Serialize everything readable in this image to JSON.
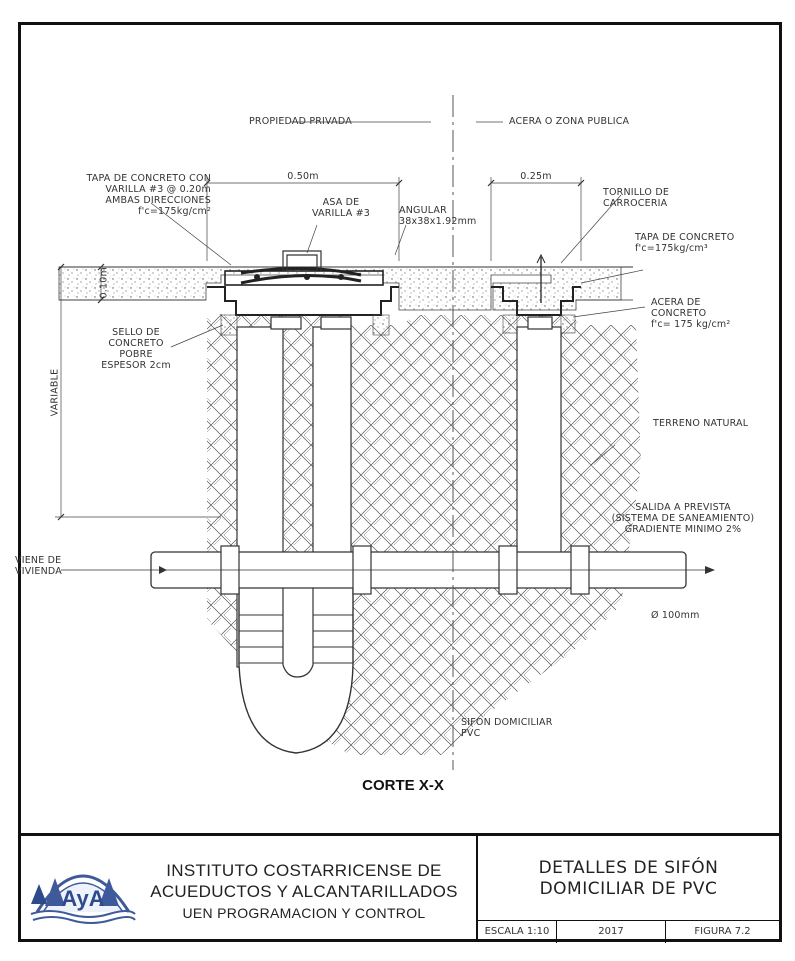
{
  "labels": {
    "propiedad": "PROPIEDAD PRIVADA",
    "acera_publica": "ACERA O ZONA PUBLICA",
    "tapa_concreto_con": [
      "TAPA DE CONCRETO CON",
      "VARILLA #3 @ 0.20m",
      "AMBAS DIRECCIONES",
      "f'c=175kg/cm²"
    ],
    "dim_050": "0.50m",
    "dim_025": "0.25m",
    "asa": [
      "ASA DE",
      "VARILLA #3"
    ],
    "angular": [
      "ANGULAR",
      "38x38x1.92mm"
    ],
    "tornillo": [
      "TORNILLO DE",
      "CARROCERIA"
    ],
    "tapa_concreto": [
      "TAPA DE CONCRETO",
      "f'c=175kg/cm³"
    ],
    "dim_010": "0.10m",
    "sello": [
      "SELLO DE",
      "CONCRETO",
      "POBRE",
      "ESPESOR 2cm"
    ],
    "acera_concreto": [
      "ACERA DE",
      "CONCRETO",
      "f'c= 175 kg/cm²"
    ],
    "variable": "VARIABLE",
    "terreno": "TERRENO NATURAL",
    "salida": [
      "SALIDA A PREVISTA",
      "(SISTEMA DE SANEAMIENTO)",
      "GRADIENTE MINIMO 2%"
    ],
    "viene": [
      "VIENE DE",
      "VIVIENDA"
    ],
    "diametro": "Ø 100mm",
    "sifon": [
      "SIFON DOMICILIAR",
      "PVC"
    ]
  },
  "caption": "CORTE X-X",
  "title_block": {
    "institution_line1": "INSTITUTO COSTARRICENSE DE",
    "institution_line2": "ACUEDUCTOS Y ALCANTARILLADOS",
    "department": "UEN PROGRAMACION Y CONTROL",
    "logo_text": "AyA",
    "title_line1": "DETALLES DE SIFÓN",
    "title_line2": "DOMICILIAR DE PVC",
    "escala": "ESCALA 1:10",
    "year": "2017",
    "figura": "FIGURA 7.2"
  },
  "colors": {
    "line": "#333333",
    "border": "#111111",
    "logo_blue": "#3f5a9a"
  }
}
